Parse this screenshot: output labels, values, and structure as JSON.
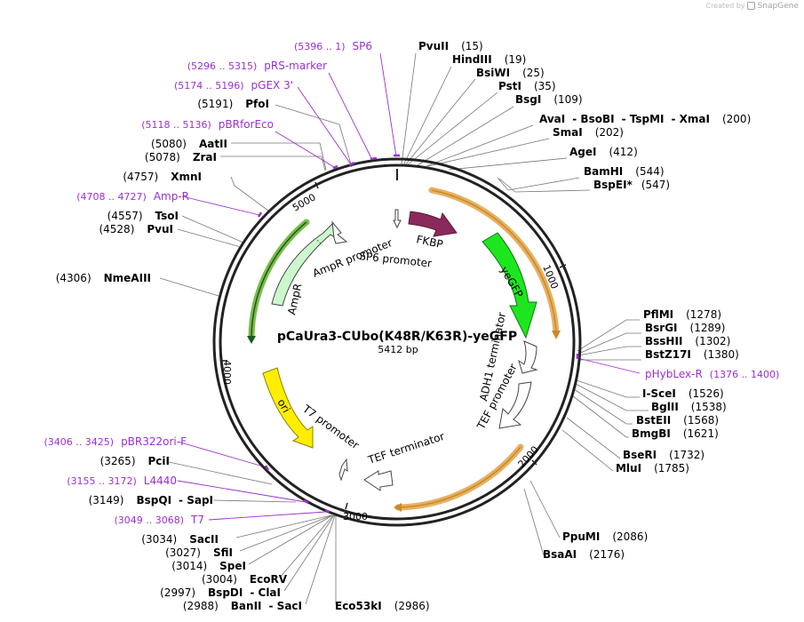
{
  "credit": {
    "created_by": "Created by",
    "brand": "SnapGene",
    "logo_icon": "snapgene-logo-icon"
  },
  "plasmid": {
    "name": "pCaUra3-CUbo(K48R/K63R)-yeGFP",
    "size": "5412 bp"
  },
  "ticks": [
    "1000",
    "2000",
    "3000",
    "4000",
    "5000"
  ],
  "sites_right": [
    {
      "parts": [
        "PvuII"
      ],
      "pos": "(15)"
    },
    {
      "parts": [
        "HindIII"
      ],
      "pos": "(19)"
    },
    {
      "parts": [
        "BsiWI"
      ],
      "pos": "(25)"
    },
    {
      "parts": [
        "PstI"
      ],
      "pos": "(35)"
    },
    {
      "parts": [
        "BsgI"
      ],
      "pos": "(109)"
    },
    {
      "parts": [
        "AvaI",
        "BsoBI",
        "TspMI",
        "XmaI"
      ],
      "pos": "(200)"
    },
    {
      "parts": [
        "SmaI"
      ],
      "pos": "(202)"
    },
    {
      "parts": [
        "AgeI"
      ],
      "pos": "(412)"
    },
    {
      "parts": [
        "BamHI"
      ],
      "pos": "(544)"
    },
    {
      "parts": [
        "BspEI*"
      ],
      "pos": "(547)"
    },
    {
      "parts": [
        "PflMI"
      ],
      "pos": "(1278)"
    },
    {
      "parts": [
        "BsrGI"
      ],
      "pos": "(1289)"
    },
    {
      "parts": [
        "BssHII"
      ],
      "pos": "(1302)"
    },
    {
      "parts": [
        "BstZ17I"
      ],
      "pos": "(1380)"
    },
    {
      "parts": [
        "I-SceI"
      ],
      "pos": "(1526)"
    },
    {
      "parts": [
        "BglII"
      ],
      "pos": "(1538)"
    },
    {
      "parts": [
        "BstEII"
      ],
      "pos": "(1568)"
    },
    {
      "parts": [
        "BmgBI"
      ],
      "pos": "(1621)"
    },
    {
      "parts": [
        "BseRI"
      ],
      "pos": "(1732)"
    },
    {
      "parts": [
        "MluI"
      ],
      "pos": "(1785)"
    },
    {
      "parts": [
        "PpuMI"
      ],
      "pos": "(2086)"
    },
    {
      "parts": [
        "BsaAI"
      ],
      "pos": "(2176)"
    },
    {
      "parts": [
        "Eco53kI"
      ],
      "pos": "(2986)"
    }
  ],
  "sites_left": [
    {
      "parts": [
        "PfoI"
      ],
      "pos": "(5191)"
    },
    {
      "parts": [
        "AatII"
      ],
      "pos": "(5080)"
    },
    {
      "parts": [
        "ZraI"
      ],
      "pos": "(5078)"
    },
    {
      "parts": [
        "XmnI"
      ],
      "pos": "(4757)"
    },
    {
      "parts": [
        "TsoI"
      ],
      "pos": "(4557)"
    },
    {
      "parts": [
        "PvuI"
      ],
      "pos": "(4528)"
    },
    {
      "parts": [
        "NmeAIII"
      ],
      "pos": "(4306)"
    },
    {
      "parts": [
        "PciI"
      ],
      "pos": "(3265)"
    },
    {
      "parts": [
        "BspQI",
        "SapI"
      ],
      "pos": "(3149)"
    },
    {
      "parts": [
        "SacII"
      ],
      "pos": "(3034)"
    },
    {
      "parts": [
        "SfiI"
      ],
      "pos": "(3027)"
    },
    {
      "parts": [
        "SpeI"
      ],
      "pos": "(3014)"
    },
    {
      "parts": [
        "EcoRV"
      ],
      "pos": "(3004)"
    },
    {
      "parts": [
        "BspDI",
        "ClaI"
      ],
      "pos": "(2997)"
    },
    {
      "parts": [
        "BanII",
        "SacI"
      ],
      "pos": "(2988)"
    }
  ],
  "primers": [
    {
      "range": "(5396 .. 1)",
      "name": "SP6"
    },
    {
      "range": "(5296 .. 5315)",
      "name": "pRS-marker"
    },
    {
      "range": "(5174 .. 5196)",
      "name": "pGEX 3'"
    },
    {
      "range": "(5118 .. 5136)",
      "name": "pBRforEco"
    },
    {
      "range": "(4708 .. 4727)",
      "name": "Amp-R"
    },
    {
      "range": "(1376 .. 1400)",
      "name": "pHybLex-R"
    },
    {
      "range": "(3406 .. 3425)",
      "name": "pBR322ori-F"
    },
    {
      "range": "(3155 .. 3172)",
      "name": "L4440"
    },
    {
      "range": "(3049 .. 3068)",
      "name": "T7"
    }
  ],
  "features": {
    "fkbp": "FKBP",
    "yegfp": "yeGFP",
    "ampr": "AmpR",
    "ori": "ori",
    "ampr_promoter": "AmpR promoter",
    "sp6_promoter": "SP6 promoter",
    "adh1_terminator": "ADH1 terminator",
    "tef_promoter": "TEF promoter",
    "t7_promoter": "T7 promoter",
    "tef_terminator": "TEF terminator"
  },
  "colors": {
    "fkbp": "#8b2a5a",
    "yegfp": "#1ee61e",
    "ampr": "#ccf7cc",
    "ori": "#ffee00",
    "orf_outline": "#e8b060",
    "orf_arrow": "#c88a2a",
    "primer": "#9b30d0",
    "backbone": "#222222"
  }
}
